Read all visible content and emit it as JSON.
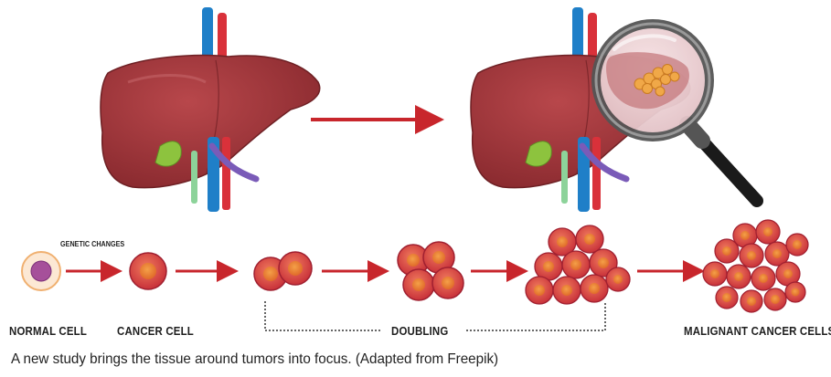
{
  "labels": {
    "genetic_changes": "GENETIC CHANGES",
    "normal_cell": "NORMAL CELL",
    "cancer_cell": "CANCER CELL",
    "doubling": "DOUBLING",
    "malignant": "MALIGNANT CANCER CELLS"
  },
  "caption": "A new study brings the tissue around tumors into focus. (Adapted from Freepik)",
  "colors": {
    "liver": "#9e3338",
    "arrow": "#c8262c",
    "cell": "#e05a42",
    "artery": "#d9313a",
    "vein": "#1f7fc8"
  }
}
